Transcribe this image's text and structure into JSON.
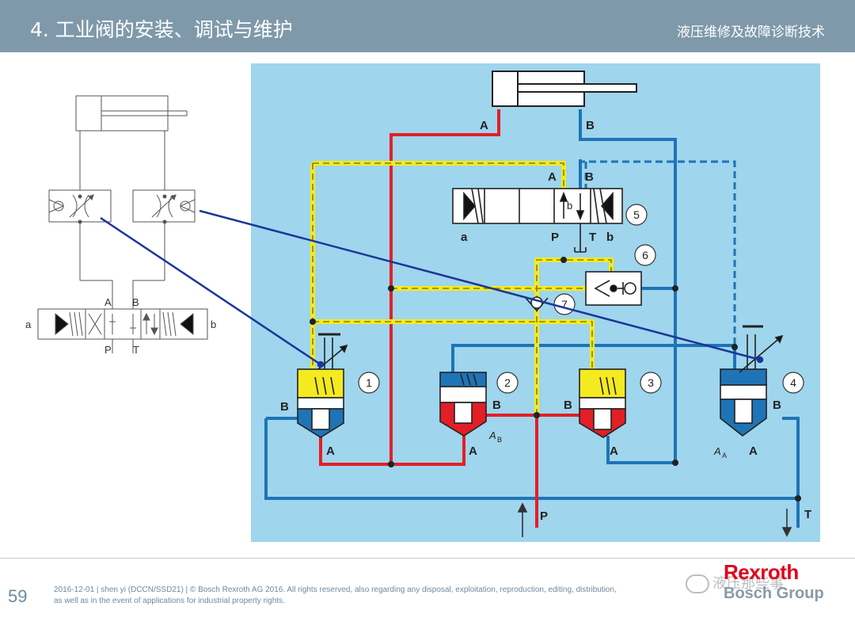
{
  "header": {
    "title": "4. 工业阀的安装、调试与维护",
    "subtitle": "液压维修及故障诊断技术"
  },
  "colors": {
    "header_bg": "#7f99ab",
    "panel_bg": "#9fd5ed",
    "pressure_red": "#e21f26",
    "tank_blue": "#1e74b6",
    "pilot_yellow": "#f5ea1f",
    "arrow_navy": "#1a3799"
  },
  "left_schematic": {
    "port_a": "A",
    "port_b": "B",
    "port_p": "P",
    "port_t": "T",
    "side_a": "a",
    "side_b": "b"
  },
  "main_diagram": {
    "cyl_port_a": "A",
    "cyl_port_b": "B",
    "dir_valve_port_a": "A",
    "dir_valve_port_b": "B",
    "dir_valve_port_p": "P",
    "dir_valve_port_t": "T",
    "side_a": "a",
    "side_b": "b",
    "flow_label": "b",
    "labels": {
      "supply": "P",
      "tank": "T",
      "v1_b": "B",
      "v1_a": "A",
      "v2_b": "B",
      "v2_a": "A",
      "v2_area": "A",
      "v2_area_sub": "B",
      "v3_b": "B",
      "v3_a": "A",
      "v4_b": "B",
      "v4_a": "A",
      "v4_area": "A",
      "v4_area_sub": "A"
    },
    "callouts": [
      "1",
      "2",
      "3",
      "4",
      "5",
      "6",
      "7"
    ]
  },
  "footer": {
    "page_number": "59",
    "line1": "2016-12-01 | shen yi (DCCN/SSD21) | © Bosch Rexroth AG 2016. All rights reserved, also regarding any disposal, exploitation, reproduction, editing, distribution,",
    "line2": "as well as in the event of applications for industrial property rights.",
    "brand_top": "Rexroth",
    "brand_bottom": "Bosch Group",
    "watermark": "液压那些事"
  }
}
